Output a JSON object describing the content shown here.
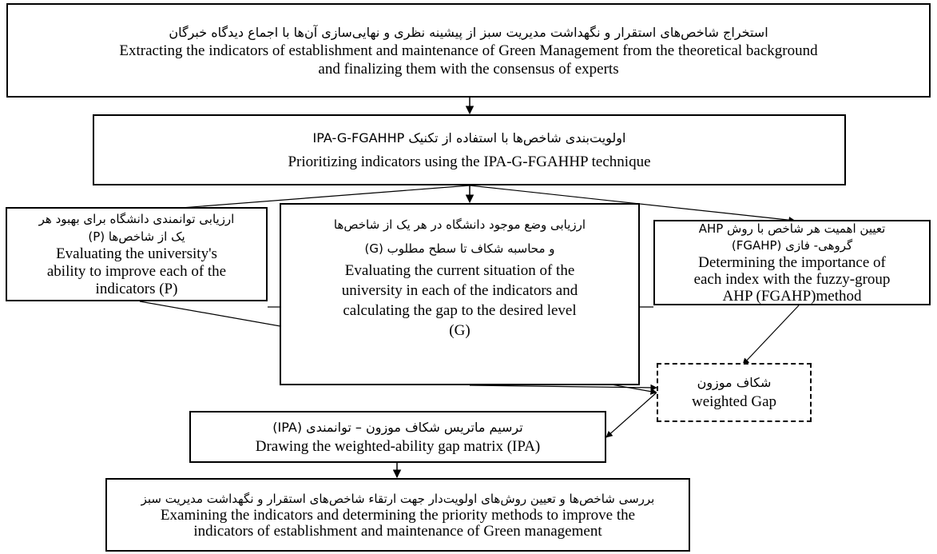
{
  "boxes": {
    "extract": {
      "fa": "استخراج شاخص‌های استقرار و نگهداشت مدیریت سبز از پیشینه نظری و نهایی‌سازی آن‌ها با اجماع دیدگاه خبرگان",
      "en_line1": "Extracting the indicators of establishment and maintenance of Green Management from the theoretical background",
      "en_line2": "and finalizing them with the consensus of experts"
    },
    "prioritize": {
      "fa": "اولویت‌بندی شاخص‌ها با استفاده از تکنیک IPA-G-FGAHHP",
      "en": "Prioritizing indicators using the IPA-G-FGAHHP technique"
    },
    "ability": {
      "fa_line1": "ارزیابی توانمندی دانشگاه برای بهبود هر",
      "fa_line2": "یک از شاخص‌ها (P)",
      "en_line1": "Evaluating the university's",
      "en_line2": "ability to improve each of the",
      "en_line3": "indicators (P)"
    },
    "current": {
      "fa_line1": "ارزیابی وضع موجود دانشگاه در هر یک از شاخص‌ها",
      "fa_line2": "و محاسبه شکاف تا سطح مطلوب (G)",
      "en_line1": "Evaluating the current situation of the",
      "en_line2": "university in each of the indicators and",
      "en_line3": "calculating the gap to the desired level",
      "en_line4": "(G)"
    },
    "importance": {
      "fa_line1": "تعیین اهمیت هر شاخص با روش AHP",
      "fa_line2": "گروهی- فازی (FGAHP)",
      "en_line1": "Determining the importance of",
      "en_line2": "each index with the fuzzy-group",
      "en_line3": "AHP (FGAHP)method"
    },
    "weighted_gap": {
      "fa": "شکاف موزون",
      "en": "weighted Gap"
    },
    "matrix": {
      "fa": "ترسیم ماتریس شکاف موزون – توانمندی (IPA)",
      "en": "Drawing the weighted-ability gap matrix (IPA)"
    },
    "examine": {
      "fa": "بررسی شاخص‌ها و تعیین روش‌های اولویت‌دار جهت ارتقاء شاخص‌های استقرار و نگهداشت مدیریت سبز",
      "en_line1": "Examining the indicators and determining the priority methods to improve the",
      "en_line2": "indicators of establishment and maintenance of Green management"
    }
  },
  "colors": {
    "stroke": "#000000",
    "background": "#ffffff"
  }
}
